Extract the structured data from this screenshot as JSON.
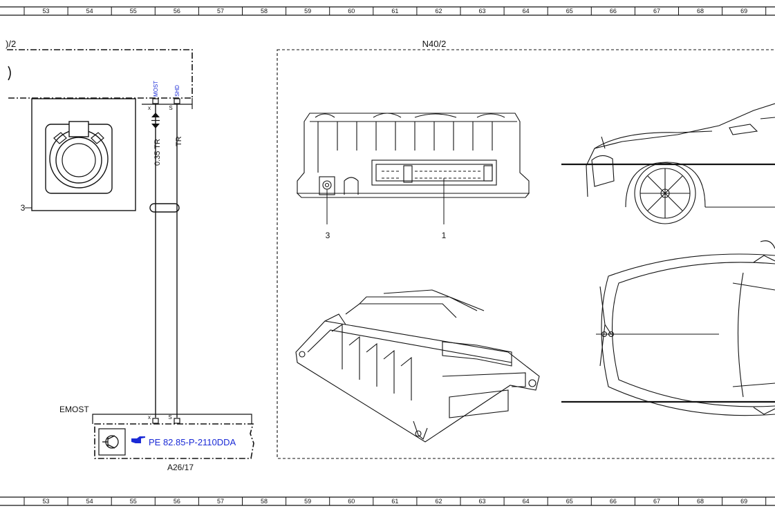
{
  "ruler": {
    "columns": [
      "53",
      "54",
      "55",
      "56",
      "57",
      "58",
      "59",
      "60",
      "61",
      "62",
      "63",
      "64",
      "65",
      "66",
      "67",
      "68",
      "69"
    ]
  },
  "component_partial": {
    "label": ")/2"
  },
  "connector_pins": {
    "top_pin_x": "x",
    "top_pin_s": "S",
    "bottom_pin_x": "x",
    "bottom_pin_s": "S",
    "signal_most": "MOST",
    "signal_shd": "SHD"
  },
  "wires": {
    "wire_left_label": "0.35 TR",
    "wire_right_label": "TR"
  },
  "socket": {
    "callout": "3"
  },
  "emost": {
    "label": "EMOST"
  },
  "a26": {
    "reference": "PE 82.85-P-2110DDA",
    "label": "A26/17"
  },
  "n40": {
    "label": "N40/2",
    "callout_3": "3",
    "callout_1": "1"
  },
  "colors": {
    "link_blue": "#1a2ad6",
    "line_black": "#111111"
  }
}
